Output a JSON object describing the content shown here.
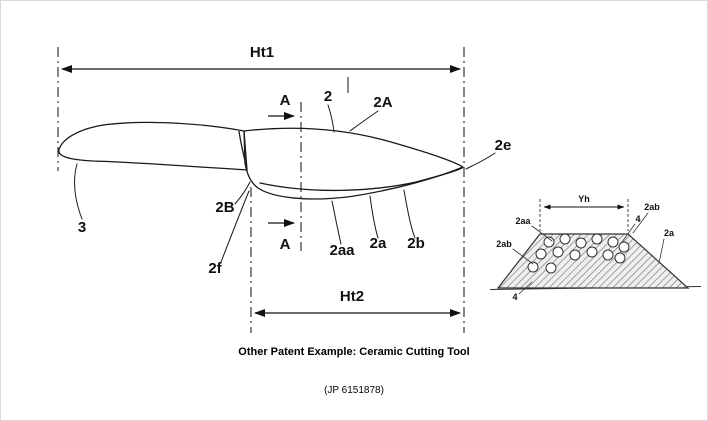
{
  "caption": {
    "line1": "Other Patent Example: Ceramic Cutting Tool",
    "line2": "(JP 6151878)"
  },
  "main": {
    "ht1": "Ht1",
    "ht2": "Ht2",
    "section_top": "A",
    "section_bottom": "A",
    "blade_top": "2",
    "blade_upper": "2A",
    "tip": "2e",
    "bolster": "2B",
    "heel": "2f",
    "handle": "3",
    "edge_aa": "2aa",
    "edge_a": "2a",
    "edge_b": "2b"
  },
  "inset": {
    "width": "Yh",
    "pore_top_left": "2aa",
    "pore_left": "2ab",
    "pore_right": "2ab",
    "surface_right": "2a",
    "grain_top": "4",
    "grain_bottom": "4"
  },
  "colors": {
    "ink": "#1a1a1a",
    "hatch": "#777777",
    "background": "#ffffff"
  }
}
